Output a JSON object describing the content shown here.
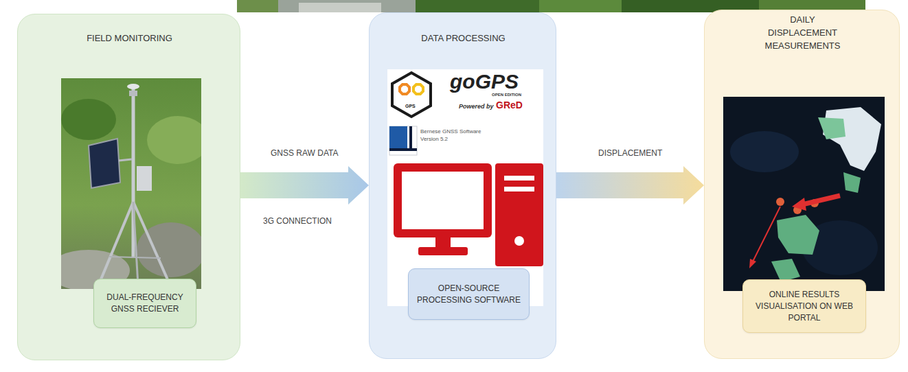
{
  "diagram": {
    "nodes": [
      {
        "text": [
          "FIELD MONITORING"
        ]
      },
      {
        "text": [
          "DUAL-FREQUENCY GNSS RECIEVER"
        ],
        "in": 0
      },
      {
        "text": [
          "DATA PROCESSING"
        ]
      },
      {
        "text": [
          "OPEN-SOURCE PROCESSING SOFTWARE"
        ],
        "in": 2
      },
      {
        "text": [
          "DAILY DISPLACEMENT MEASUREMENTS"
        ]
      },
      {
        "text": [
          "ONLINE RESULTS VISUALISATION ON WEB PORTAL"
        ],
        "in": 4
      }
    ],
    "edges": [
      {
        "from": 0,
        "to": 2,
        "label": "GNSS RAW DATA",
        "arrow": "to"
      },
      {
        "from": 2,
        "to": 4,
        "label": "DISPLACEMENT",
        "arrow": "to"
      }
    ],
    "labels": [
      "3G CONNECTION",
      "GPS",
      "goGPS",
      "OPEN EDITION",
      "Powered by",
      "GReD",
      "Bernese GNSS Software",
      "Version 5.2"
    ]
  }
}
